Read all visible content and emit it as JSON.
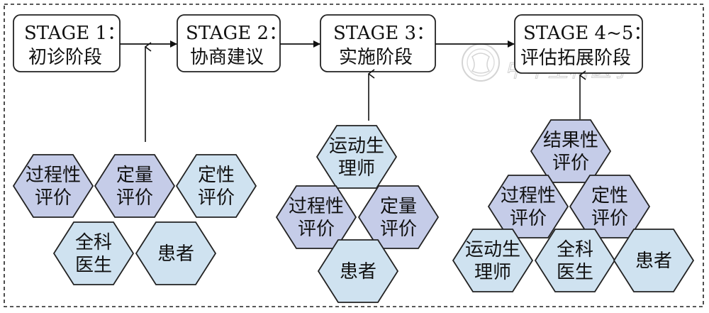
{
  "stages": [
    {
      "line1": "STAGE 1：",
      "line2": "初诊阶段"
    },
    {
      "line1": "STAGE 2：",
      "line2": "协商建议"
    },
    {
      "line1": "STAGE 3：",
      "line2": "实施阶段"
    },
    {
      "line1": "STAGE 4~5：",
      "line2": "评估拓展阶段"
    }
  ],
  "groups": [
    {
      "cells": [
        {
          "line1": "过程性",
          "line2": "评价"
        },
        {
          "line1": "定量",
          "line2": "评价"
        },
        {
          "line1": "定性",
          "line2": "评价"
        },
        {
          "line1": "全科",
          "line2": "医生"
        },
        {
          "line1": "患者",
          "line2": ""
        }
      ]
    },
    {
      "cells": [
        {
          "line1": "运动生",
          "line2": "理师"
        },
        {
          "line1": "过程性",
          "line2": "评价"
        },
        {
          "line1": "定量",
          "line2": "评价"
        },
        {
          "line1": "患者",
          "line2": ""
        }
      ]
    },
    {
      "cells": [
        {
          "line1": "结果性",
          "line2": "评价"
        },
        {
          "line1": "过程性",
          "line2": "评价"
        },
        {
          "line1": "定性",
          "line2": "评价"
        },
        {
          "line1": "运动生",
          "line2": "理师"
        },
        {
          "line1": "全科",
          "line2": "医生"
        },
        {
          "line1": "患者",
          "line2": ""
        }
      ]
    }
  ],
  "colors": {
    "hex_purple": "#c5cce8",
    "hex_blue": "#cfe2f0",
    "stroke": "#222222",
    "dashed_border": "#222222"
  },
  "watermark": {
    "text": "中华全科医学"
  }
}
